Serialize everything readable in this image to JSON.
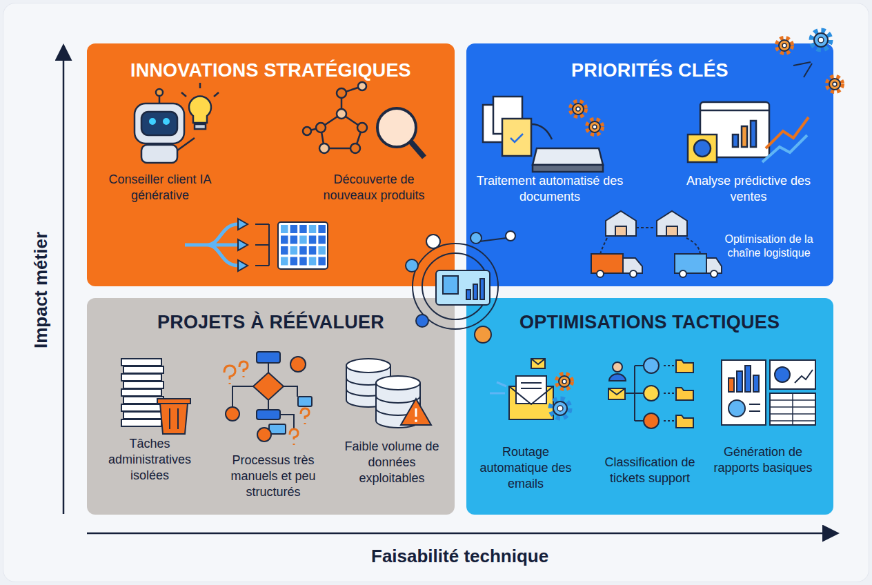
{
  "diagram": {
    "nodes": [
      {
        "text": [
          "INNOVATIONS STRATÉGIQUES",
          "Conseiller client IA générative",
          "Découverte de nouveaux produits"
        ]
      },
      {
        "text": [
          "PRIORITÉS CLÉS",
          "Traitement automatisé des documents",
          "Analyse prédictive des ventes",
          "Optimisation de la chaîne logistique"
        ]
      },
      {
        "text": [
          "PROJETS À RÉÉVALUER",
          "Tâches administratives isolées",
          "Processus très manuels et peu structurés",
          "Faible volume de données exploitables"
        ]
      },
      {
        "text": [
          "OPTIMISATIONS TACTIQUES",
          "Routage automatique des emails",
          "Classification de tickets support",
          "Génération de rapports basiques"
        ]
      }
    ],
    "labels": [
      "Impact métier",
      "Faisabilité technique"
    ]
  }
}
